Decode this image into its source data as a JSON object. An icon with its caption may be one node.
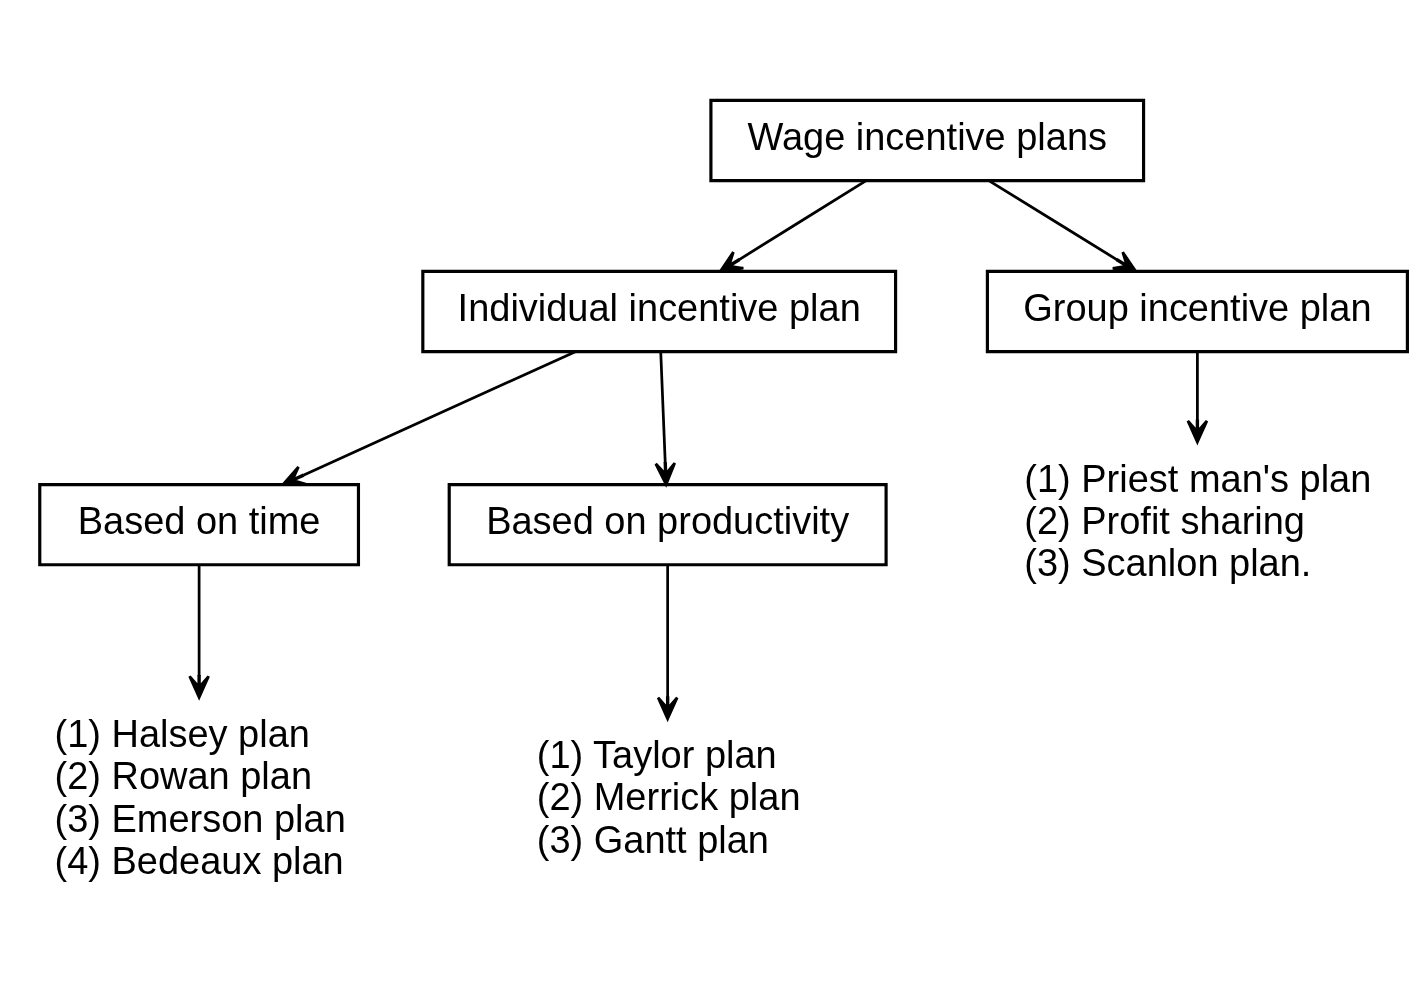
{
  "diagram": {
    "nodes": [
      {
        "text": [
          "Wage incentive plans"
        ]
      },
      {
        "text": [
          "Individual incentive plan"
        ]
      },
      {
        "text": [
          "Group incentive plan"
        ]
      },
      {
        "text": [
          "Based on time"
        ]
      },
      {
        "text": [
          "Based on productivity"
        ]
      },
      {
        "text": [
          "(1) Halsey plan",
          "(2) Rowan plan",
          "(3) Emerson plan",
          "(4) Bedeaux plan"
        ]
      },
      {
        "text": [
          "(1) Taylor plan",
          "(2) Merrick plan",
          "(3) Gantt plan"
        ]
      },
      {
        "text": [
          "(1) Priest man's plan",
          "(2) Profit sharing",
          "(3) Scanlon plan."
        ]
      }
    ],
    "edges": [
      {
        "from": 0,
        "to": 1,
        "arrow": "to"
      },
      {
        "from": 0,
        "to": 2,
        "arrow": "to"
      },
      {
        "from": 1,
        "to": 3,
        "arrow": "to"
      },
      {
        "from": 1,
        "to": 4,
        "arrow": "to"
      },
      {
        "from": 3,
        "to": 5,
        "arrow": "to"
      },
      {
        "from": 4,
        "to": 6,
        "arrow": "to"
      },
      {
        "from": 2,
        "to": 7,
        "arrow": "to"
      }
    ]
  }
}
